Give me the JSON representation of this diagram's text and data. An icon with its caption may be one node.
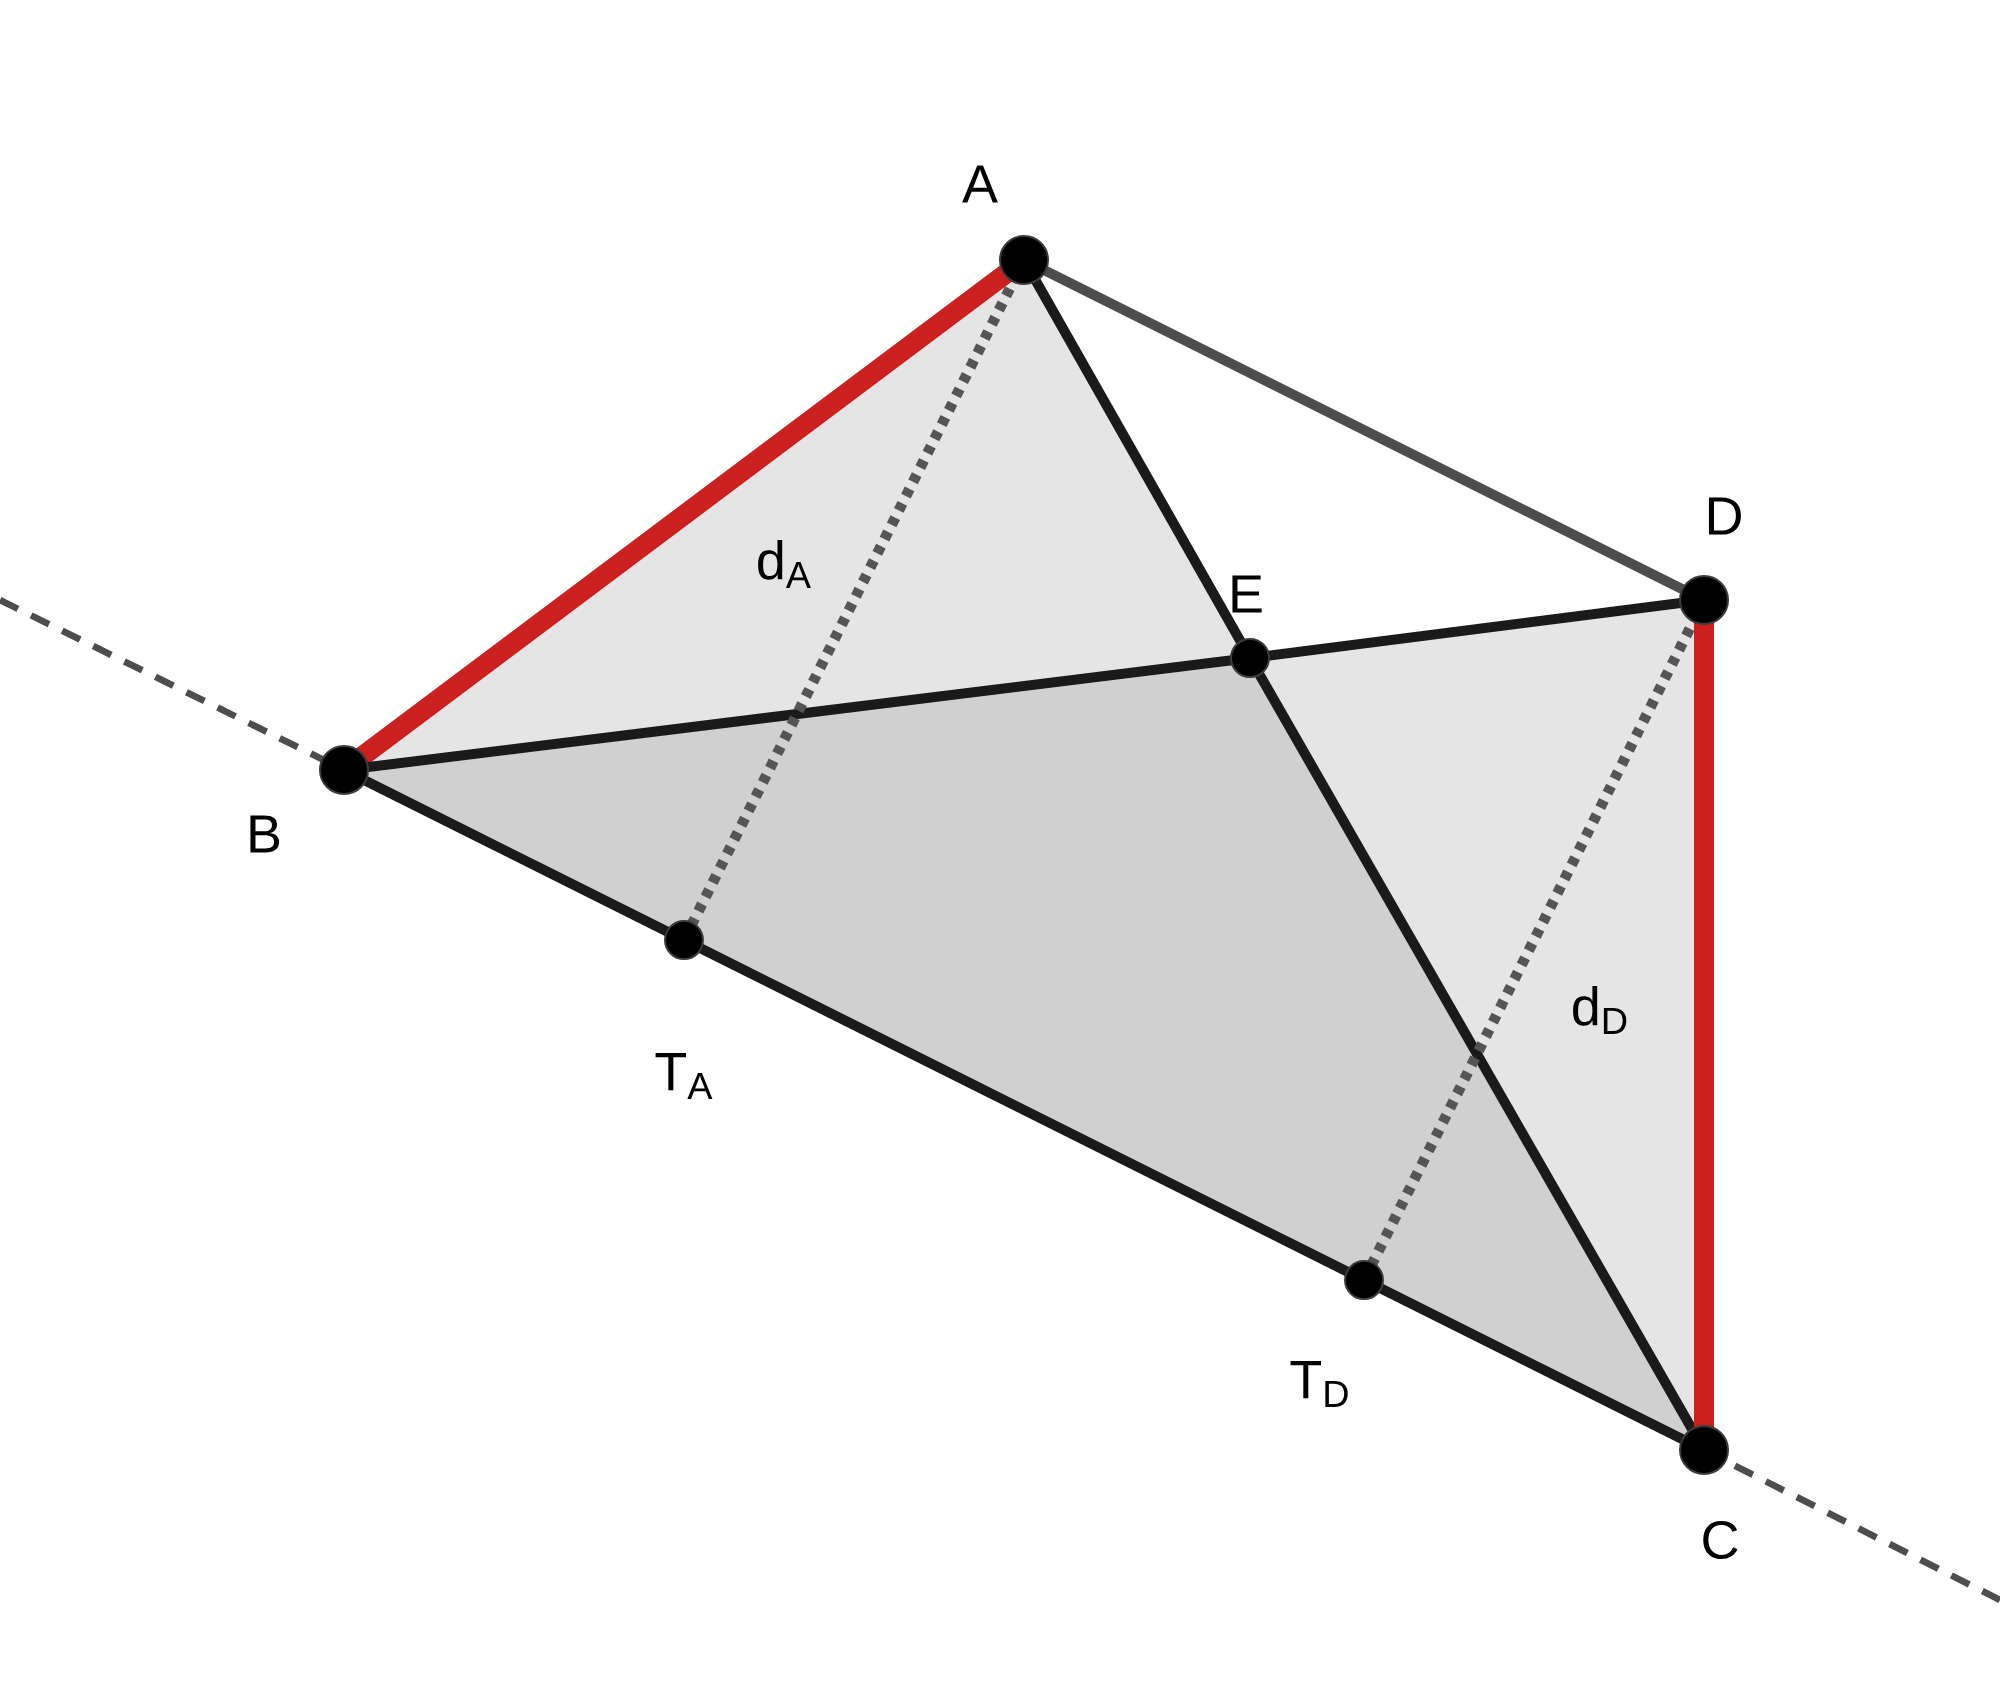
{
  "diagram": {
    "nodes": [
      {
        "text": [],
        "shape": "circle",
        "beside": [
          "A"
        ]
      },
      {
        "text": [],
        "shape": "circle",
        "beside": [
          "B"
        ]
      },
      {
        "text": [],
        "shape": "circle",
        "beside": [
          "C"
        ]
      },
      {
        "text": [],
        "shape": "circle",
        "beside": [
          "D"
        ]
      },
      {
        "text": [],
        "shape": "circle",
        "beside": [
          "E"
        ]
      },
      {
        "text": [],
        "shape": "circle",
        "beside": [
          "T$_{A}$"
        ]
      },
      {
        "text": [],
        "shape": "circle",
        "beside": [
          "T$_{D}$"
        ]
      }
    ],
    "edges": [
      {
        "from": 0,
        "to": 1,
        "arrow": "none",
        "style": "thick",
        "color": "#cc1f1f"
      },
      {
        "from": 0,
        "to": 3,
        "arrow": "none",
        "color": "#4d4d4d"
      },
      {
        "from": 0,
        "to": 4,
        "arrow": "none"
      },
      {
        "from": 4,
        "to": 2,
        "arrow": "none"
      },
      {
        "from": 1,
        "to": 4,
        "arrow": "none"
      },
      {
        "from": 4,
        "to": 3,
        "arrow": "none"
      },
      {
        "from": 1,
        "to": 5,
        "arrow": "none"
      },
      {
        "from": 5,
        "to": 6,
        "arrow": "none"
      },
      {
        "from": 6,
        "to": 2,
        "arrow": "none"
      },
      {
        "from": 3,
        "to": 2,
        "arrow": "none",
        "style": "thick",
        "color": "#cc1f1f"
      },
      {
        "from": 0,
        "to": 5,
        "arrow": "none",
        "style": "dashed",
        "label": "d$_{A}$"
      },
      {
        "from": 3,
        "to": 6,
        "arrow": "none",
        "style": "dashed",
        "label": "d$_{D}$"
      }
    ]
  }
}
